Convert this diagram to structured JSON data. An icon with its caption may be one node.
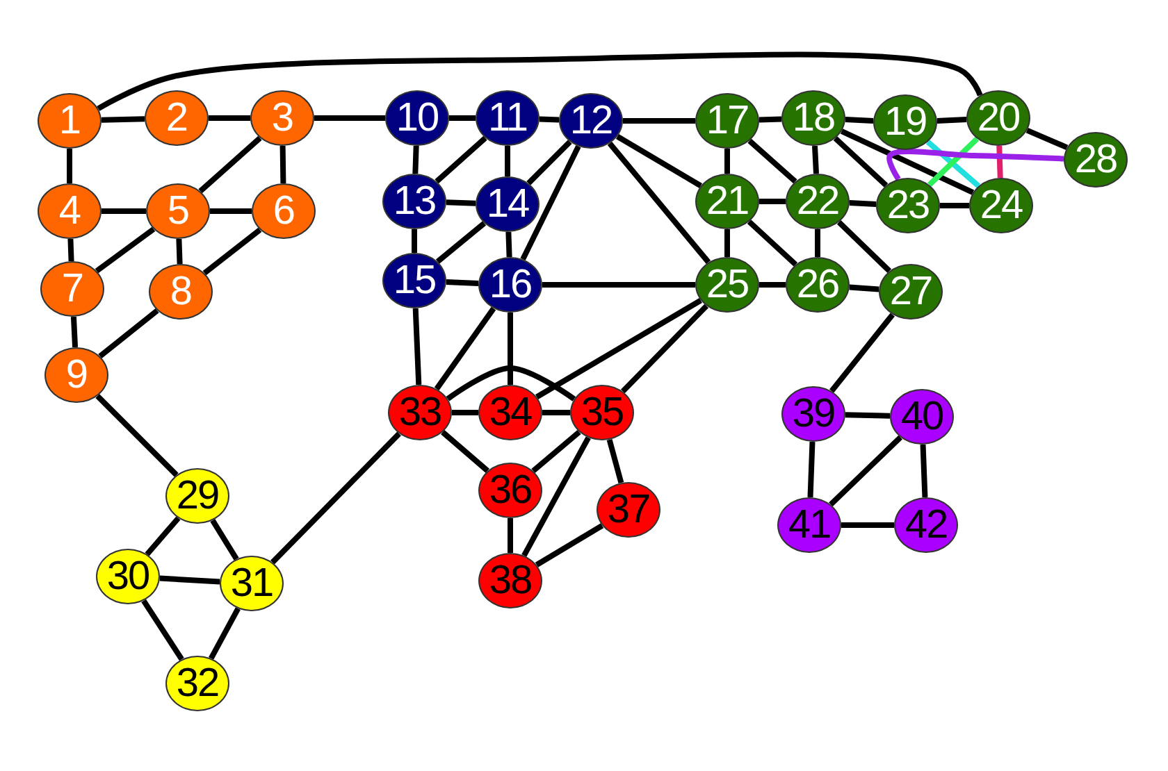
{
  "diagram": {
    "nodes": [
      {
        "text": [
          "1"
        ]
      },
      {
        "text": [
          "2"
        ]
      },
      {
        "text": [
          "3"
        ]
      },
      {
        "text": [
          "4"
        ]
      },
      {
        "text": [
          "5"
        ]
      },
      {
        "text": [
          "6"
        ]
      },
      {
        "text": [
          "7"
        ]
      },
      {
        "text": [
          "8"
        ]
      },
      {
        "text": [
          "9"
        ]
      },
      {
        "text": [
          "10"
        ]
      },
      {
        "text": [
          "11"
        ]
      },
      {
        "text": [
          "12"
        ]
      },
      {
        "text": [
          "13"
        ]
      },
      {
        "text": [
          "14"
        ]
      },
      {
        "text": [
          "15"
        ]
      },
      {
        "text": [
          "16"
        ]
      },
      {
        "text": [
          "17"
        ]
      },
      {
        "text": [
          "18"
        ]
      },
      {
        "text": [
          "19"
        ]
      },
      {
        "text": [
          "20"
        ]
      },
      {
        "text": [
          "21"
        ]
      },
      {
        "text": [
          "22"
        ]
      },
      {
        "text": [
          "23"
        ]
      },
      {
        "text": [
          "24"
        ]
      },
      {
        "text": [
          "25"
        ]
      },
      {
        "text": [
          "26"
        ]
      },
      {
        "text": [
          "27"
        ]
      },
      {
        "text": [
          "28"
        ]
      },
      {
        "text": [
          "29"
        ]
      },
      {
        "text": [
          "30"
        ]
      },
      {
        "text": [
          "31"
        ]
      },
      {
        "text": [
          "32"
        ]
      },
      {
        "text": [
          "33"
        ]
      },
      {
        "text": [
          "34"
        ]
      },
      {
        "text": [
          "35"
        ]
      },
      {
        "text": [
          "36"
        ]
      },
      {
        "text": [
          "37"
        ]
      },
      {
        "text": [
          "38"
        ]
      },
      {
        "text": [
          "39"
        ]
      },
      {
        "text": [
          "40"
        ]
      },
      {
        "text": [
          "41"
        ]
      },
      {
        "text": [
          "42"
        ]
      }
    ],
    "edges": [
      {
        "from": 0,
        "to": 1,
        "arrow": "none"
      },
      {
        "from": 1,
        "to": 2,
        "arrow": "none"
      },
      {
        "from": 0,
        "to": 3,
        "arrow": "none"
      },
      {
        "from": 3,
        "to": 4,
        "arrow": "none"
      },
      {
        "from": 2,
        "to": 4,
        "arrow": "none"
      },
      {
        "from": 2,
        "to": 5,
        "arrow": "none"
      },
      {
        "from": 4,
        "to": 5,
        "arrow": "none"
      },
      {
        "from": 3,
        "to": 6,
        "arrow": "none"
      },
      {
        "from": 4,
        "to": 6,
        "arrow": "none"
      },
      {
        "from": 4,
        "to": 7,
        "arrow": "none"
      },
      {
        "from": 5,
        "to": 7,
        "arrow": "none"
      },
      {
        "from": 6,
        "to": 8,
        "arrow": "none"
      },
      {
        "from": 7,
        "to": 8,
        "arrow": "none"
      },
      {
        "from": 8,
        "to": 28,
        "arrow": "none"
      },
      {
        "from": 0,
        "to": 19,
        "arrow": "none"
      },
      {
        "from": 2,
        "to": 9,
        "arrow": "none"
      },
      {
        "from": 9,
        "to": 10,
        "arrow": "none"
      },
      {
        "from": 10,
        "to": 11,
        "arrow": "none"
      },
      {
        "from": 9,
        "to": 12,
        "arrow": "none"
      },
      {
        "from": 10,
        "to": 12,
        "arrow": "none"
      },
      {
        "from": 10,
        "to": 13,
        "arrow": "none"
      },
      {
        "from": 12,
        "to": 13,
        "arrow": "none"
      },
      {
        "from": 12,
        "to": 14,
        "arrow": "none"
      },
      {
        "from": 13,
        "to": 14,
        "arrow": "none"
      },
      {
        "from": 13,
        "to": 15,
        "arrow": "none"
      },
      {
        "from": 14,
        "to": 15,
        "arrow": "none"
      },
      {
        "from": 11,
        "to": 13,
        "arrow": "none"
      },
      {
        "from": 11,
        "to": 15,
        "arrow": "none"
      },
      {
        "from": 11,
        "to": 16,
        "arrow": "none"
      },
      {
        "from": 11,
        "to": 20,
        "arrow": "none"
      },
      {
        "from": 11,
        "to": 24,
        "arrow": "none"
      },
      {
        "from": 15,
        "to": 24,
        "arrow": "none"
      },
      {
        "from": 14,
        "to": 32,
        "arrow": "none"
      },
      {
        "from": 15,
        "to": 32,
        "arrow": "none"
      },
      {
        "from": 15,
        "to": 33,
        "arrow": "none"
      },
      {
        "from": 33,
        "to": 24,
        "arrow": "none"
      },
      {
        "from": 34,
        "to": 24,
        "arrow": "none"
      },
      {
        "from": 32,
        "to": 34,
        "arrow": "none"
      },
      {
        "from": 32,
        "to": 33,
        "arrow": "none"
      },
      {
        "from": 33,
        "to": 34,
        "arrow": "none"
      },
      {
        "from": 32,
        "to": 35,
        "arrow": "none"
      },
      {
        "from": 34,
        "to": 35,
        "arrow": "none"
      },
      {
        "from": 34,
        "to": 36,
        "arrow": "none"
      },
      {
        "from": 34,
        "to": 37,
        "arrow": "none"
      },
      {
        "from": 35,
        "to": 37,
        "arrow": "none"
      },
      {
        "from": 36,
        "to": 37,
        "arrow": "none"
      },
      {
        "from": 32,
        "to": 30,
        "arrow": "none"
      },
      {
        "from": 16,
        "to": 17,
        "arrow": "none"
      },
      {
        "from": 17,
        "to": 18,
        "arrow": "none"
      },
      {
        "from": 18,
        "to": 19,
        "arrow": "none"
      },
      {
        "from": 16,
        "to": 20,
        "arrow": "none"
      },
      {
        "from": 16,
        "to": 21,
        "arrow": "none"
      },
      {
        "from": 17,
        "to": 21,
        "arrow": "none"
      },
      {
        "from": 17,
        "to": 22,
        "arrow": "none"
      },
      {
        "from": 17,
        "to": 23,
        "arrow": "none"
      },
      {
        "from": 20,
        "to": 21,
        "arrow": "none"
      },
      {
        "from": 21,
        "to": 22,
        "arrow": "none"
      },
      {
        "from": 22,
        "to": 23,
        "arrow": "none"
      },
      {
        "from": 20,
        "to": 24,
        "arrow": "none"
      },
      {
        "from": 21,
        "to": 25,
        "arrow": "none"
      },
      {
        "from": 20,
        "to": 25,
        "arrow": "none"
      },
      {
        "from": 21,
        "to": 26,
        "arrow": "none"
      },
      {
        "from": 24,
        "to": 25,
        "arrow": "none"
      },
      {
        "from": 25,
        "to": 26,
        "arrow": "none"
      },
      {
        "from": 19,
        "to": 27,
        "arrow": "none"
      },
      {
        "from": 18,
        "to": 23,
        "arrow": "none",
        "color": "#22dede"
      },
      {
        "from": 19,
        "to": 22,
        "arrow": "none",
        "color": "#2ef05a"
      },
      {
        "from": 19,
        "to": 23,
        "arrow": "none",
        "color": "#e0206a"
      },
      {
        "from": 22,
        "to": 27,
        "arrow": "none",
        "color": "#9a22e8"
      },
      {
        "from": 26,
        "to": 38,
        "arrow": "none"
      },
      {
        "from": 38,
        "to": 39,
        "arrow": "none"
      },
      {
        "from": 38,
        "to": 40,
        "arrow": "none"
      },
      {
        "from": 39,
        "to": 40,
        "arrow": "none"
      },
      {
        "from": 40,
        "to": 41,
        "arrow": "none"
      },
      {
        "from": 39,
        "to": 41,
        "arrow": "none"
      },
      {
        "from": 29,
        "to": 28,
        "arrow": "none"
      },
      {
        "from": 28,
        "to": 30,
        "arrow": "none"
      },
      {
        "from": 29,
        "to": 30,
        "arrow": "none"
      },
      {
        "from": 29,
        "to": 31,
        "arrow": "none"
      },
      {
        "from": 30,
        "to": 31,
        "arrow": "none"
      }
    ]
  }
}
